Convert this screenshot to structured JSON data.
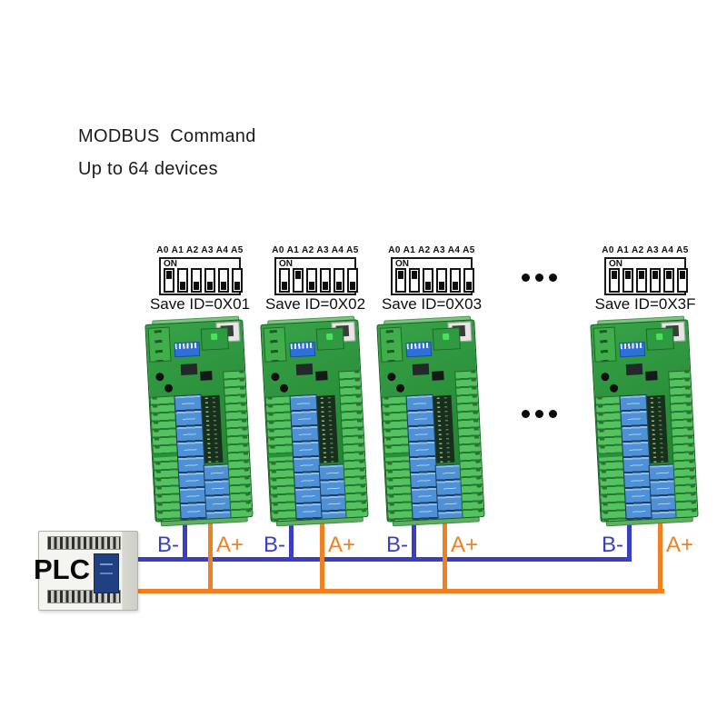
{
  "title": {
    "line1": "MODBUS  Command",
    "line2": "Up to 64 devices"
  },
  "devices": [
    {
      "address_labels": "A0 A1 A2 A3 A4 A5",
      "on_label": "ON",
      "save_label": "Save ID=0X01",
      "switches": [
        1,
        0,
        0,
        0,
        0,
        0
      ]
    },
    {
      "address_labels": "A0 A1 A2 A3 A4 A5",
      "on_label": "ON",
      "save_label": "Save ID=0X02",
      "switches": [
        0,
        1,
        0,
        0,
        0,
        0
      ]
    },
    {
      "address_labels": "A0 A1 A2 A3 A4 A5",
      "on_label": "ON",
      "save_label": "Save ID=0X03",
      "switches": [
        1,
        1,
        0,
        0,
        0,
        0
      ]
    },
    {
      "address_labels": "A0 A1 A2 A3 A4 A5",
      "on_label": "ON",
      "save_label": "Save ID=0X3F",
      "switches": [
        1,
        1,
        1,
        1,
        1,
        1
      ]
    }
  ],
  "ellipsis": "...",
  "bus": {
    "b_minus_label": "B-",
    "a_plus_label": "A+",
    "blue_color": "#3a3fc2",
    "orange_color": "#f08122"
  },
  "plc": {
    "label": "PLC"
  }
}
